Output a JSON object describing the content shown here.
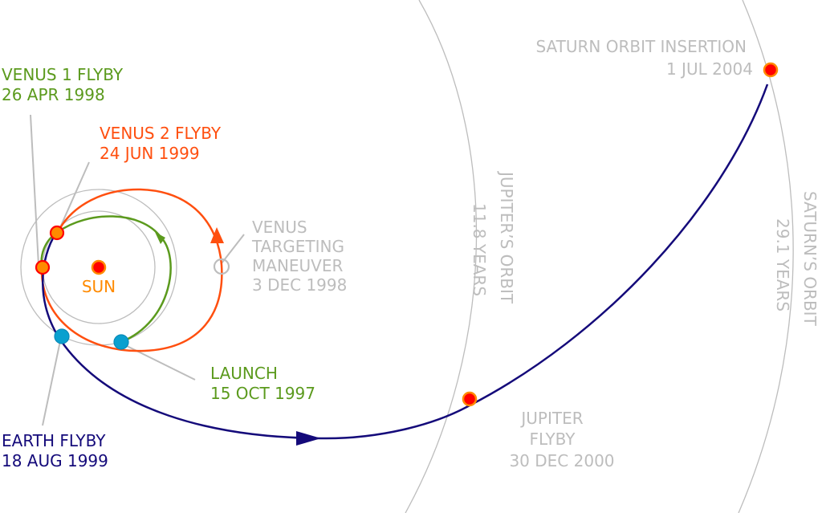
{
  "title": "Cassini–Huygens interplanetary trajectory",
  "colors": {
    "venus1": "#5b9a1d",
    "venus2": "#ff4f0f",
    "earth": "#140a7a",
    "gray": "#bdbdbd",
    "sun": "#ff8a00",
    "planet_fill": "#ff0000",
    "planet_ring": "#ff8a00",
    "earth_dot": "#0aa0cf"
  },
  "labels": {
    "sun": "SUN",
    "venus1": {
      "line1": "VENUS 1 FLYBY",
      "line2": "26 APR 1998"
    },
    "venus2": {
      "line1": "VENUS 2 FLYBY",
      "line2": "24 JUN 1999"
    },
    "maneuver": {
      "line1": "VENUS",
      "line2": "TARGETING",
      "line3": "MANEUVER",
      "line4": "3 DEC 1998"
    },
    "launch": {
      "line1": "LAUNCH",
      "line2": "15 OCT 1997"
    },
    "earth": {
      "line1": "EARTH FLYBY",
      "line2": "18 AUG 1999"
    },
    "jupiter_flyby": {
      "line1": "JUPITER",
      "line2": "FLYBY",
      "line3": "30 DEC 2000"
    },
    "saturn_insertion": {
      "line1": "SATURN ORBIT INSERTION",
      "line2": "1 JUL 2004"
    },
    "jupiter_orbit": {
      "name": "JUPITER’S ORBIT",
      "period": "11.8 YEARS"
    },
    "saturn_orbit": {
      "name": "SATURN’S ORBIT",
      "period": "29.1 YEARS"
    }
  },
  "events": [
    {
      "name": "Launch",
      "date": "15 OCT 1997"
    },
    {
      "name": "Venus 1 Flyby",
      "date": "26 APR 1998"
    },
    {
      "name": "Venus Targeting Maneuver",
      "date": "3 DEC 1998"
    },
    {
      "name": "Venus 2 Flyby",
      "date": "24 JUN 1999"
    },
    {
      "name": "Earth Flyby",
      "date": "18 AUG 1999"
    },
    {
      "name": "Jupiter Flyby",
      "date": "30 DEC 2000"
    },
    {
      "name": "Saturn Orbit Insertion",
      "date": "1 JUL 2004"
    }
  ]
}
